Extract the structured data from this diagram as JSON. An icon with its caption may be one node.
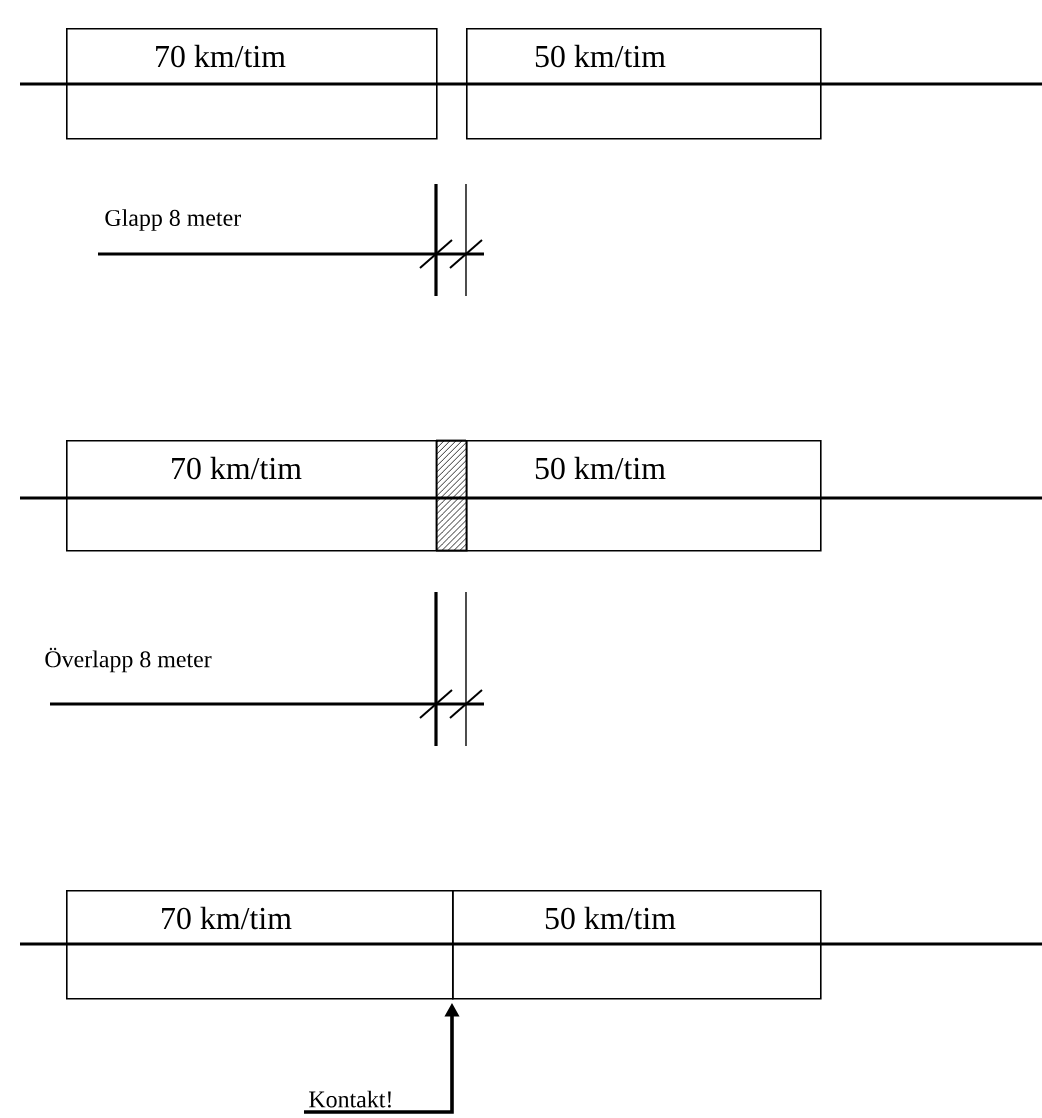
{
  "diagram": {
    "nodes": [
      {
        "text": [
          "70 km/tim"
        ]
      },
      {
        "text": [
          "50 km/tim"
        ]
      },
      {
        "text": [
          "70 km/tim"
        ]
      },
      {
        "text": [
          "50 km/tim"
        ]
      },
      {
        "text": [
          "70 km/tim"
        ]
      },
      {
        "text": [
          "50 km/tim"
        ]
      },
      {
        "text": [
          "Kontakt!"
        ]
      }
    ],
    "edges": [
      {
        "from": 6,
        "to": 5,
        "arrow": "to"
      }
    ],
    "labels": [
      "Glapp 8 meter",
      "Överlapp 8 meter"
    ]
  }
}
